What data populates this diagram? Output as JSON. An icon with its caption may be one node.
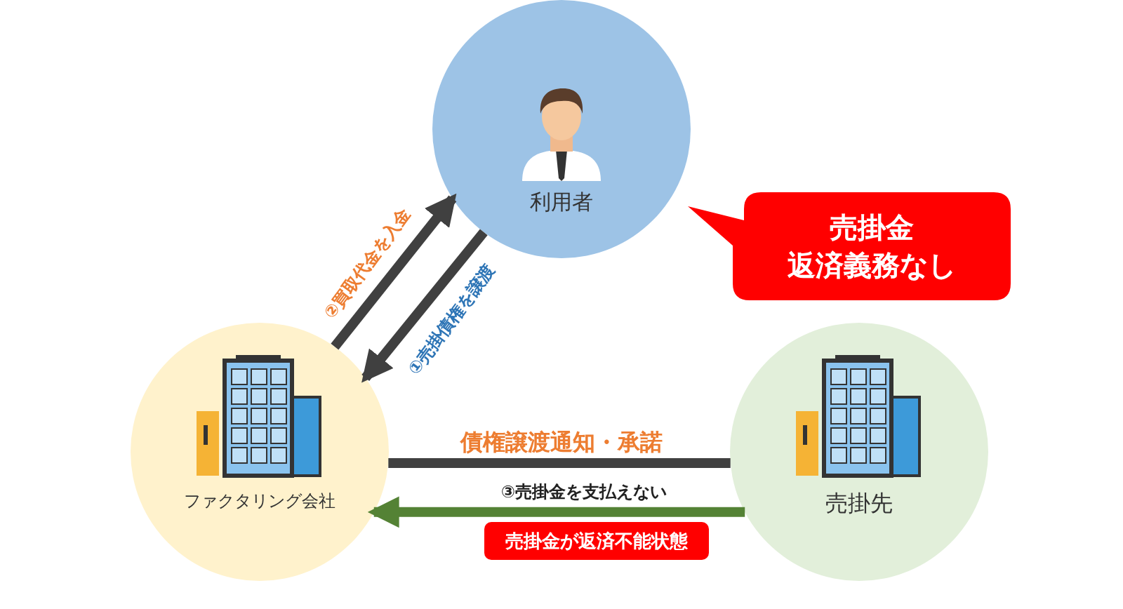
{
  "diagram": {
    "nodes": [
      {
        "text": [
          "利用者"
        ]
      },
      {
        "text": [
          "ファクタリング会社"
        ]
      },
      {
        "text": [
          "売掛先"
        ]
      },
      {
        "text": [
          "売掛金",
          "返済義務なし"
        ]
      },
      {
        "text": [
          "売掛金が返済不能状態"
        ]
      }
    ],
    "edges": [
      {
        "from": 1,
        "to": 0,
        "arrow": "to",
        "label": "②買取代金を入金"
      },
      {
        "from": 0,
        "to": 1,
        "arrow": "to",
        "label": "①売掛債権を譲渡"
      },
      {
        "from": 1,
        "to": 2,
        "arrow": "none",
        "label": "債権譲渡通知・承諾"
      },
      {
        "from": 2,
        "to": 1,
        "arrow": "to",
        "label": "③売掛金を支払えない",
        "color": "#548235"
      }
    ]
  }
}
